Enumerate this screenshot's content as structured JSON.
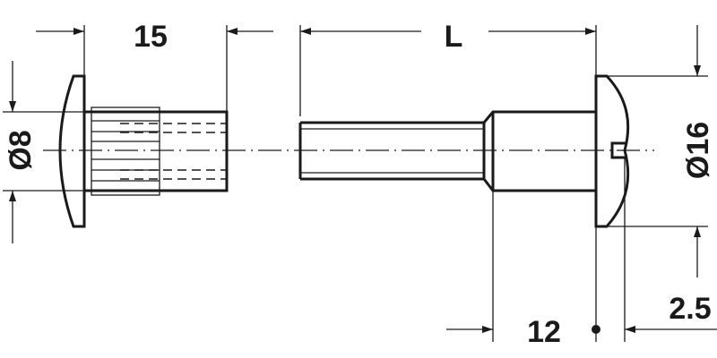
{
  "dimensions": {
    "sleeve_length": "15",
    "bolt_length": "L",
    "sleeve_diameter": "Ø8",
    "head_diameter": "Ø16",
    "shank_length": "12",
    "head_thickness": "2.5"
  },
  "color": "#1a1a1a"
}
